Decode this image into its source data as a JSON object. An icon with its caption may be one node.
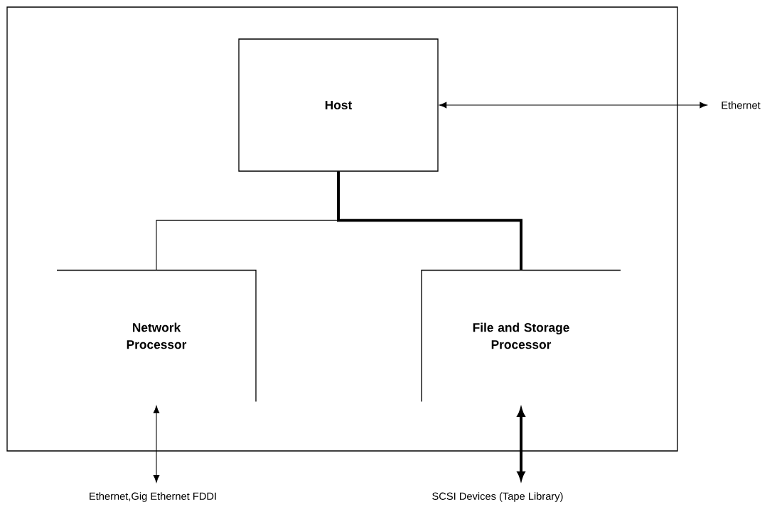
{
  "diagram": {
    "nodes": [
      {
        "text": [],
        "shape": "box"
      },
      {
        "text": [
          "Host"
        ],
        "in": 0
      },
      {
        "text": [
          "Network Processor"
        ],
        "in": 0
      },
      {
        "text": [
          "File and Storage Processor"
        ],
        "in": 0
      },
      {
        "text": [
          "Ethernet"
        ]
      },
      {
        "text": [
          "Ethernet,Gig Ethernet FDDI"
        ]
      },
      {
        "text": [
          "SCSI Devices (Tape Library)"
        ]
      }
    ],
    "edges": [
      {
        "from": 1,
        "to": 2,
        "arrow": "none"
      },
      {
        "from": 1,
        "to": 3,
        "arrow": "none",
        "style": "thick"
      },
      {
        "from": 1,
        "to": 4,
        "arrow": "both"
      },
      {
        "from": 2,
        "to": 5,
        "arrow": "both"
      },
      {
        "from": 3,
        "to": 6,
        "arrow": "both",
        "style": "thick"
      }
    ]
  }
}
